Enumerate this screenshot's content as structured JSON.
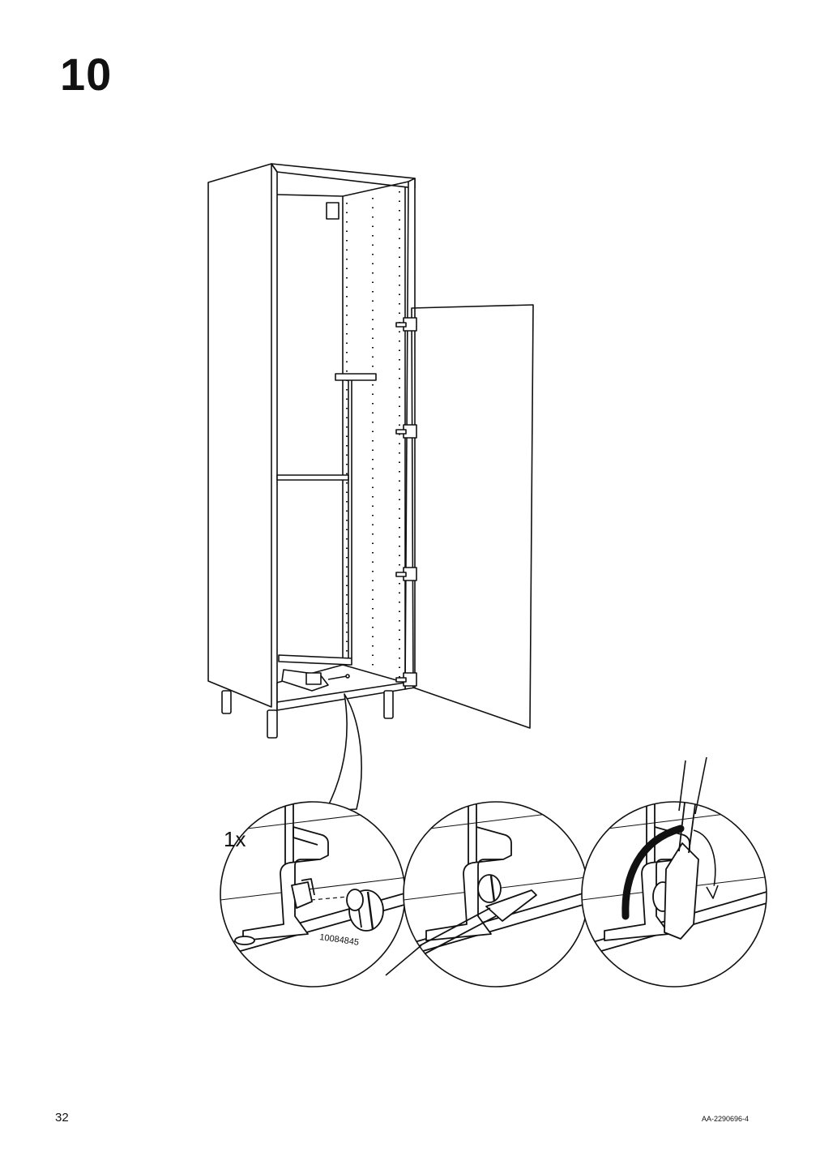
{
  "step": {
    "number": "10"
  },
  "detail": {
    "quantity": "1x",
    "part_number": "10084845"
  },
  "footer": {
    "page_number": "32",
    "document_code": "AA-2290696-4"
  }
}
